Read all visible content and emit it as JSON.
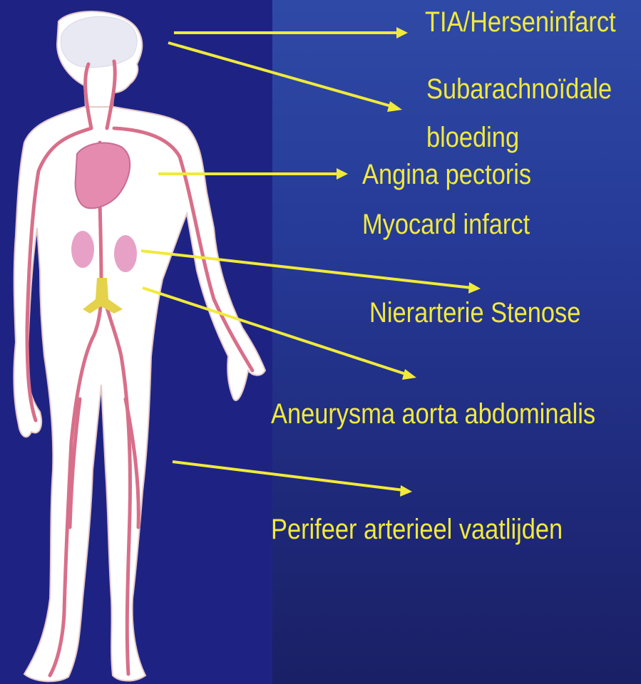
{
  "labels": {
    "tia": "TIA/Herseninfarct",
    "sab_line1": "Subarachnoïdale",
    "sab_line2": "bloeding",
    "angina": "Angina pectoris",
    "myocard": "Myocard infarct",
    "nier": "Nierarterie Stenose",
    "aneurysma": "Aneurysma aorta abdominalis",
    "perifeer": "Perifeer arterieel vaatlijden"
  },
  "colors": {
    "arrow": "#f1ea3a",
    "vessel": "#d86f8a",
    "body": "#ffffff",
    "heart": "#e58bb0",
    "kidney": "#e7a1c6",
    "brain": "#e9e9f3"
  }
}
